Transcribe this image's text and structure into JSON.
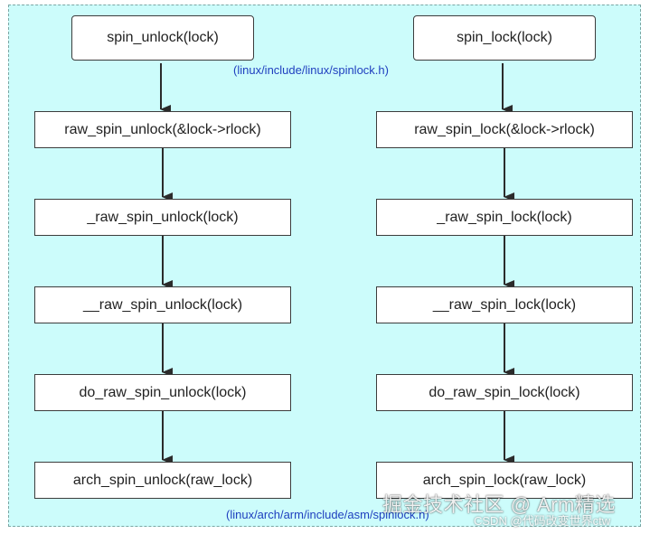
{
  "diagram": {
    "left_chain": [
      "spin_unlock(lock)",
      "raw_spin_unlock(&lock->rlock)",
      "_raw_spin_unlock(lock)",
      "__raw_spin_unlock(lock)",
      "do_raw_spin_unlock(lock)",
      "arch_spin_unlock(raw_lock)"
    ],
    "right_chain": [
      "spin_lock(lock)",
      "raw_spin_lock(&lock->rlock)",
      "_raw_spin_lock(lock)",
      "__raw_spin_lock(lock)",
      "do_raw_spin_lock(lock)",
      "arch_spin_lock(raw_lock)"
    ],
    "top_path_label": "(linux/include/linux/spinlock.h)",
    "bottom_path_label": "(linux/arch/arm/include/asm/spinlock.h)",
    "colors": {
      "panel_background": "#ccfcfb",
      "path_label": "#1f3fbf",
      "arrow": "#2b2b2b"
    }
  },
  "watermark": {
    "main": "掘金技术社区 @ Arm精选",
    "sub": "CSDN @代码改变世界ctw"
  }
}
